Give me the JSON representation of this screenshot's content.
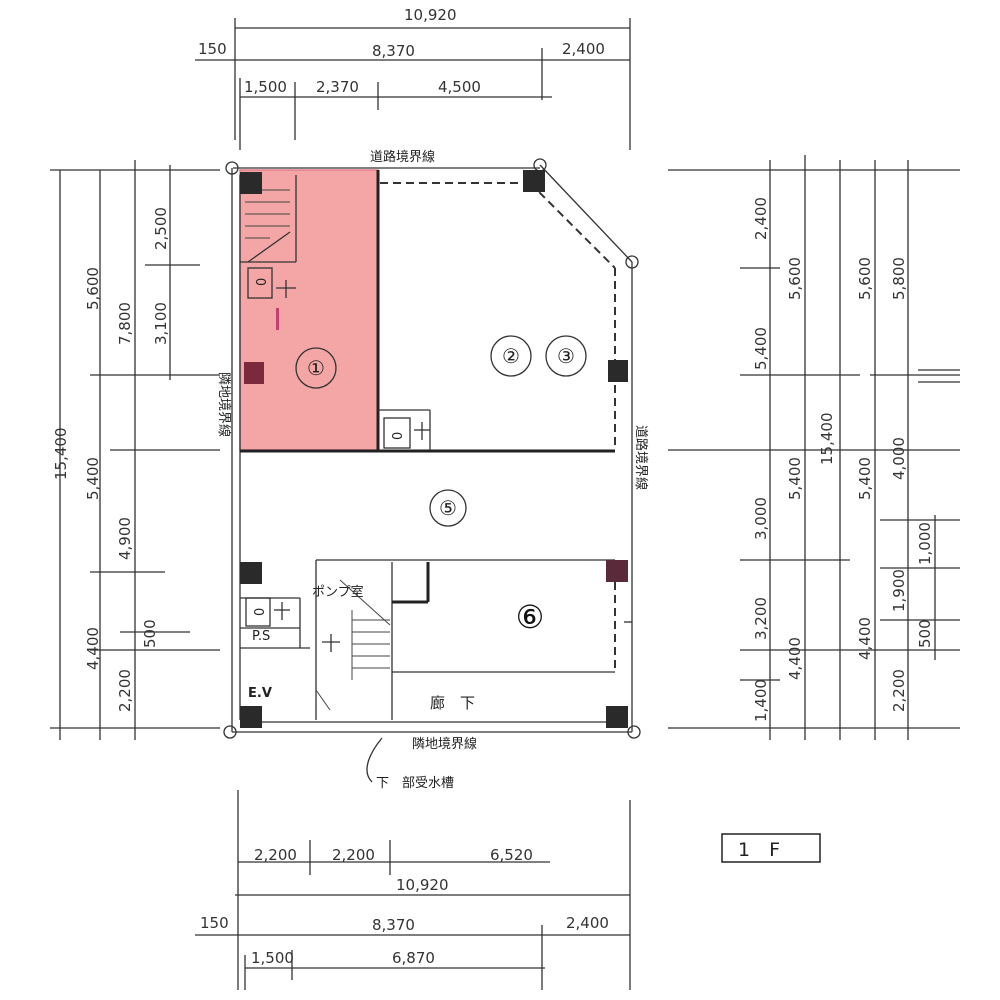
{
  "colors": {
    "highlight_fill": "#f4a6a6",
    "highlight_stroke": "#e07b8a",
    "column": "#2a2a2a",
    "column_accent": "#7a2a3a"
  },
  "dims": {
    "top_total": "10,920",
    "top_150": "150",
    "top_8370": "8,370",
    "top_2400": "2,400",
    "top_1500": "1,500",
    "top_2370": "2,370",
    "top_4500": "4,500",
    "bot_2200a": "2,200",
    "bot_2200b": "2,200",
    "bot_6520": "6,520",
    "bot_total": "10,920",
    "bot_150": "150",
    "bot_8370": "8,370",
    "bot_2400": "2,400",
    "bot_1500": "1,500",
    "bot_6870": "6,870",
    "left_15400": "15,400",
    "left_5600": "5,600",
    "left_7800": "7,800",
    "left_2500": "2,500",
    "left_3100": "3,100",
    "left_5400": "5,400",
    "left_4900": "4,900",
    "left_4400": "4,400",
    "left_500": "500",
    "left_2200": "2,200",
    "right_2400": "2,400",
    "right_5400a": "5,400",
    "right_5600a": "5,600",
    "right_5600b": "5,600",
    "right_5800": "5,800",
    "right_15400": "15,400",
    "right_3000": "3,000",
    "right_5400b": "5,400",
    "right_5400c": "5,400",
    "right_4000": "4,000",
    "right_1000": "1,000",
    "right_3200": "3,200",
    "right_1900": "1,900",
    "right_4400a": "4,400",
    "right_4400b": "4,400",
    "right_500": "500",
    "right_1400": "1,400",
    "right_2200": "2,200"
  },
  "labels": {
    "road_boundary_top": "道路境界線",
    "road_boundary_right": "道路境界線",
    "adjacent_boundary_left": "隣地境界線",
    "adjacent_boundary_bottom": "隣地境界線",
    "pump": "ポンプ室",
    "ps": "P.S",
    "ev": "E.V",
    "corridor": "廊　下",
    "water_tank": "下　部受水槽",
    "floor_tag": "1　F"
  },
  "rooms": {
    "r1": "①",
    "r2": "②",
    "r3": "③",
    "r5": "⑤",
    "r6": "⑥"
  },
  "toilet_mark": "0"
}
